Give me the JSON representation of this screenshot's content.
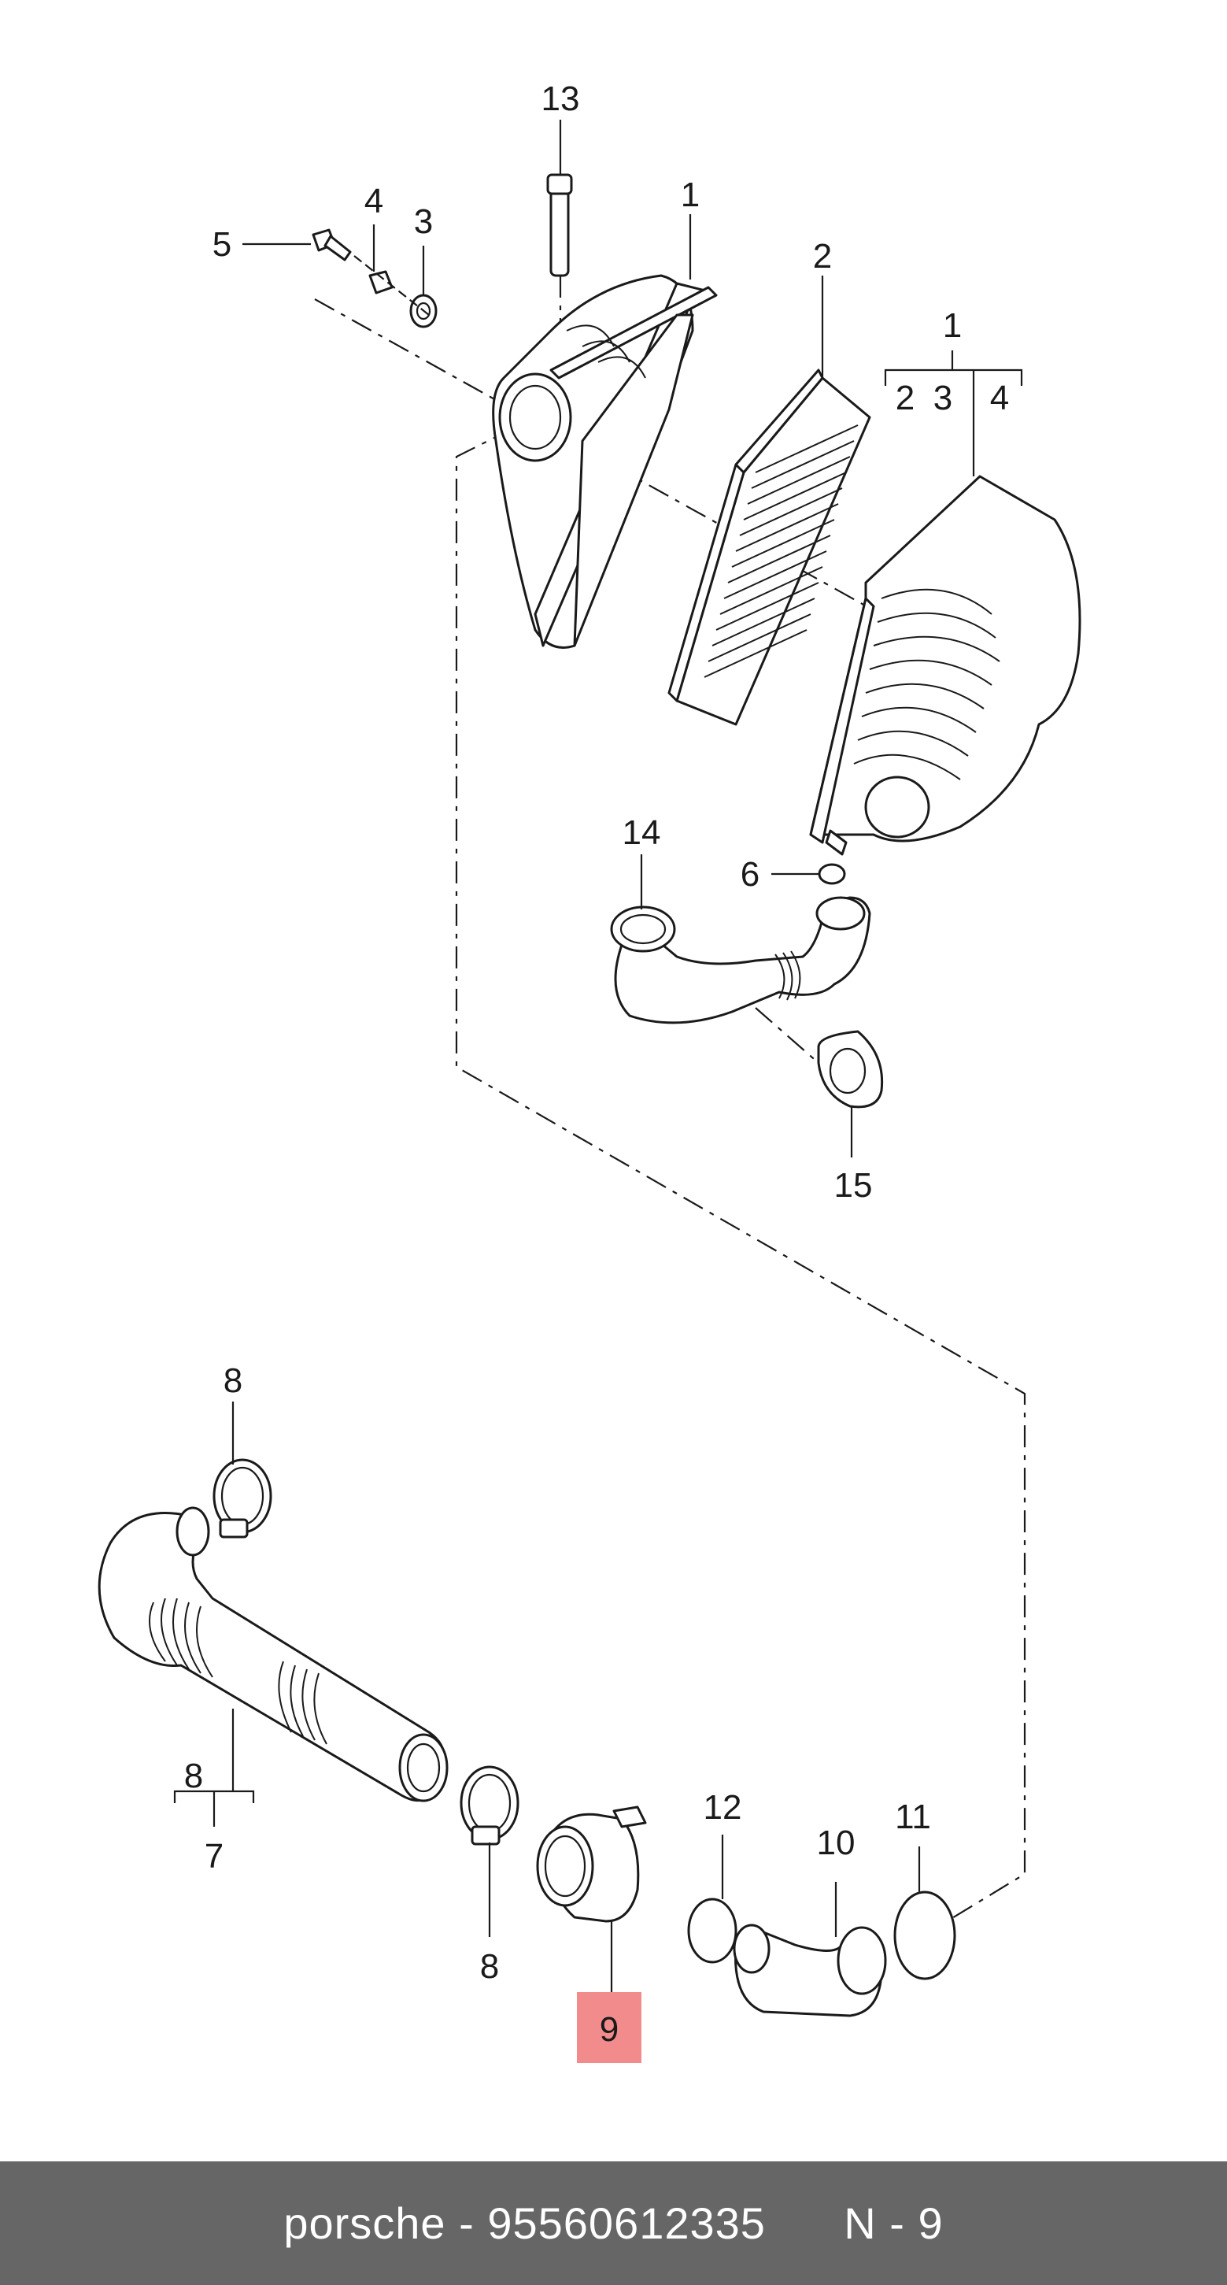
{
  "diagram": {
    "callouts": {
      "c13": "13",
      "c1_top": "1",
      "c4": "4",
      "c3": "3",
      "c5": "5",
      "c2": "2",
      "c1_group": "1",
      "c2_group": "2",
      "c3_group": "3",
      "c4_group": "4",
      "c14": "14",
      "c6": "6",
      "c15": "15",
      "c8_top": "8",
      "c8_group": "8",
      "c7": "7",
      "c8_bottom": "8",
      "c9": "9",
      "c12": "12",
      "c10": "10",
      "c11": "11"
    },
    "highlight_color": "#f28b8b"
  },
  "footer": {
    "text": "porsche - 95560612335      N - 9",
    "background": "#666666"
  }
}
